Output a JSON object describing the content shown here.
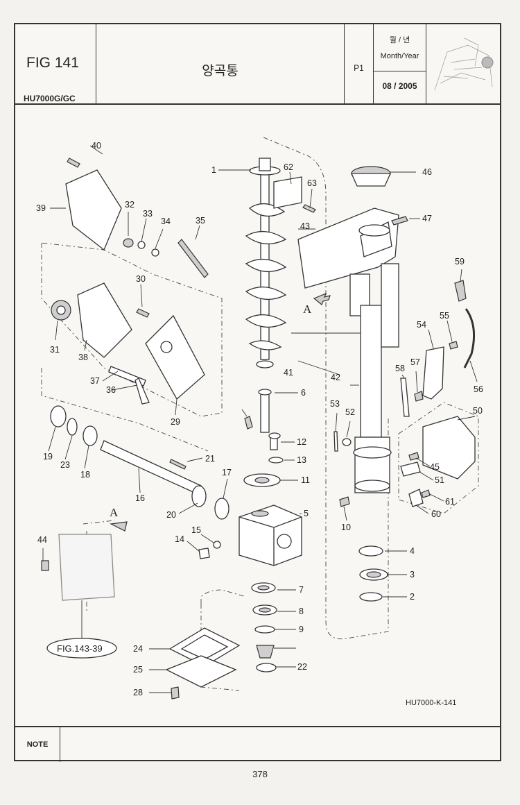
{
  "header": {
    "fig": "FIG 141",
    "model": "HU7000G/GC",
    "title": "양곡통",
    "page_code": "P1",
    "month_year_kr": "월 / 년",
    "month_year_en": "Month/Year",
    "date": "08 / 2005"
  },
  "diagram": {
    "code": "HU7000-K-141",
    "ref": "FIG.143-39",
    "view_a": "A",
    "labels": [
      "1",
      "2",
      "3",
      "4",
      "5",
      "6",
      "7",
      "8",
      "9",
      "10",
      "11",
      "12",
      "13",
      "14",
      "15",
      "16",
      "17",
      "18",
      "19",
      "20",
      "21",
      "22",
      "23",
      "24",
      "25",
      "28",
      "29",
      "30",
      "31",
      "32",
      "33",
      "34",
      "35",
      "36",
      "37",
      "38",
      "39",
      "40",
      "41",
      "42",
      "43",
      "44",
      "45",
      "46",
      "47",
      "50",
      "51",
      "52",
      "53",
      "54",
      "55",
      "56",
      "57",
      "58",
      "59",
      "60",
      "61",
      "62",
      "63"
    ]
  },
  "note": {
    "label": "NOTE"
  },
  "footer": {
    "page_number": "378"
  }
}
